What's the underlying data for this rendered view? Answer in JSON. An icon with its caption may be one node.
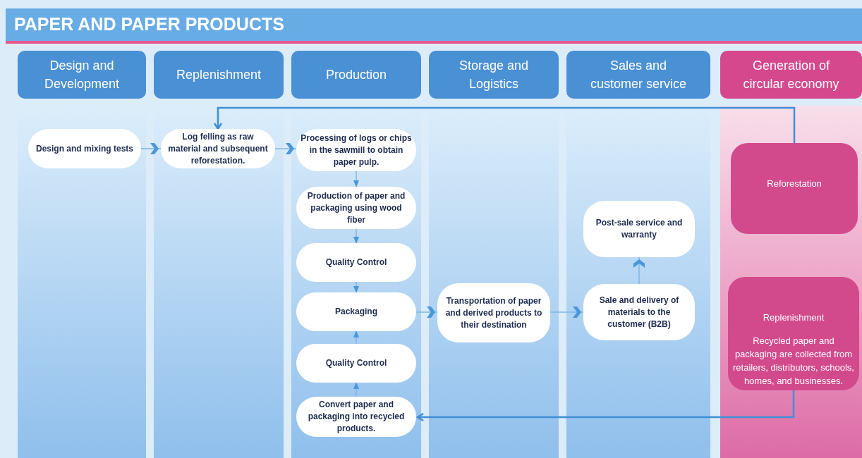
{
  "diagram": {
    "title": "PAPER AND PAPER PRODUCTS",
    "nodes": [
      {
        "text": [
          "Design and Development"
        ]
      },
      {
        "text": [
          "Replenishment"
        ]
      },
      {
        "text": [
          "Production"
        ]
      },
      {
        "text": [
          "Storage and Logistics"
        ]
      },
      {
        "text": [
          "Sales and customer service"
        ]
      },
      {
        "text": [
          "Generation of circular economy"
        ]
      },
      {
        "text": [
          "Design and mixing tests"
        ]
      },
      {
        "text": [
          "Log felling as raw material and subsequent reforestation."
        ]
      },
      {
        "text": [
          "Processing of logs or chips in the sawmill to obtain paper pulp."
        ]
      },
      {
        "text": [
          "Production of paper and packaging using wood fiber"
        ]
      },
      {
        "text": [
          "Quality Control"
        ]
      },
      {
        "text": [
          "Packaging"
        ]
      },
      {
        "text": [
          "Quality Control"
        ]
      },
      {
        "text": [
          "Convert paper and packaging into recycled products."
        ]
      },
      {
        "text": [
          "Transportation of paper and derived products to their destination"
        ]
      },
      {
        "text": [
          "Post-sale service and warranty"
        ]
      },
      {
        "text": [
          "Sale and delivery of materials to the customer (B2B)"
        ]
      },
      {
        "text": [
          "Reforestation"
        ]
      },
      {
        "text": [
          "Replenishment",
          "Recycled paper and packaging are collected from retailers, distributors, schools, homes, and businesses."
        ]
      }
    ],
    "edges": [
      {
        "from": 6,
        "to": 7,
        "arrow": "to"
      },
      {
        "from": 7,
        "to": 8,
        "arrow": "to"
      },
      {
        "from": 8,
        "to": 9,
        "arrow": "to"
      },
      {
        "from": 9,
        "to": 10,
        "arrow": "to"
      },
      {
        "from": 10,
        "to": 11,
        "arrow": "to"
      },
      {
        "from": 12,
        "to": 11,
        "arrow": "to"
      },
      {
        "from": 13,
        "to": 12,
        "arrow": "to"
      },
      {
        "from": 11,
        "to": 14,
        "arrow": "to"
      },
      {
        "from": 14,
        "to": 16,
        "arrow": "to"
      },
      {
        "from": 16,
        "to": 15,
        "arrow": "to"
      },
      {
        "from": 17,
        "to": 7,
        "arrow": "to"
      },
      {
        "from": 18,
        "to": 13,
        "arrow": "to"
      }
    ]
  }
}
